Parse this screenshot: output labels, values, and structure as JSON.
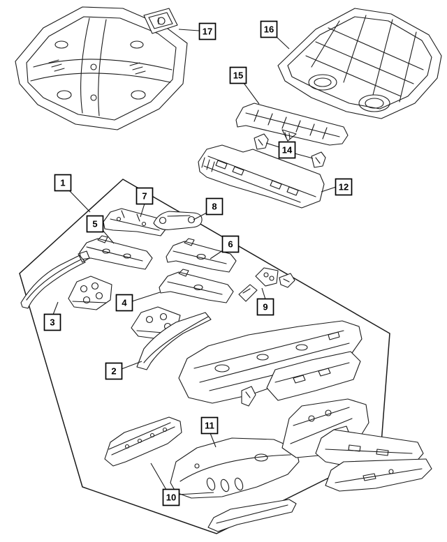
{
  "window": {
    "background_color": "#ffffff",
    "line_color": "#1a1a1a"
  },
  "diagram": {
    "callouts": {
      "n1": {
        "label": "1"
      },
      "n2": {
        "label": "2"
      },
      "n3": {
        "label": "3"
      },
      "n4": {
        "label": "4"
      },
      "n5": {
        "label": "5"
      },
      "n6": {
        "label": "6"
      },
      "n7": {
        "label": "7"
      },
      "n8": {
        "label": "8"
      },
      "n9": {
        "label": "9"
      },
      "n10": {
        "label": "10"
      },
      "n11": {
        "label": "11"
      },
      "n12": {
        "label": "12"
      },
      "n14": {
        "label": "14"
      },
      "n15": {
        "label": "15"
      },
      "n16": {
        "label": "16"
      },
      "n17": {
        "label": "17"
      }
    }
  }
}
